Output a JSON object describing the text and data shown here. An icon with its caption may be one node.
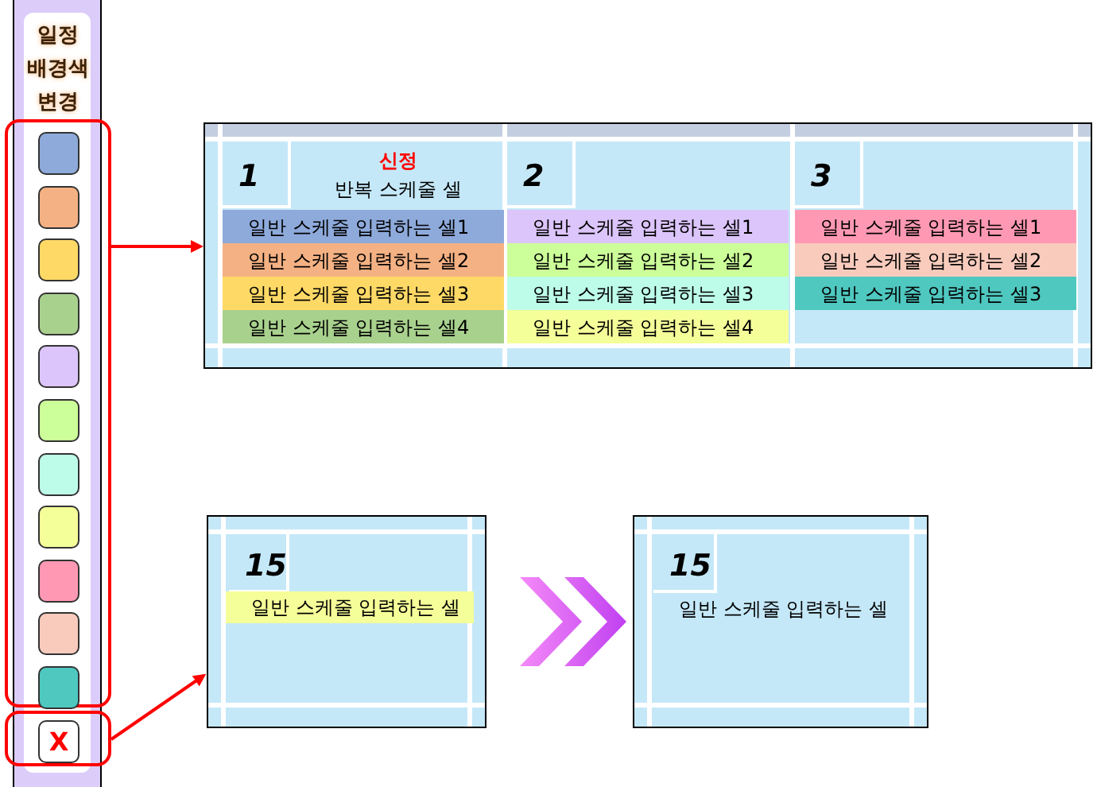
{
  "diagram": {
    "nodes": [
      {
        "text": [
          "일정 배경색 변경"
        ]
      },
      {
        "text": [],
        "shape": "box"
      },
      {
        "text": [],
        "shape": "box",
        "in": 1
      },
      {
        "text": [],
        "shape": "box",
        "in": 1
      },
      {
        "text": [],
        "shape": "box",
        "in": 1
      },
      {
        "text": [],
        "shape": "box",
        "in": 1
      },
      {
        "text": [],
        "shape": "box",
        "in": 1
      },
      {
        "text": [],
        "shape": "box",
        "in": 1
      },
      {
        "text": [],
        "shape": "box",
        "in": 1
      },
      {
        "text": [],
        "shape": "box",
        "in": 1
      },
      {
        "text": [],
        "shape": "box",
        "in": 1
      },
      {
        "text": [],
        "shape": "box",
        "in": 1
      },
      {
        "text": [],
        "shape": "box",
        "in": 1
      },
      {
        "text": [],
        "shape": "box"
      },
      {
        "text": [
          "X"
        ],
        "in": 13
      },
      {
        "text": [],
        "shape": "box"
      },
      {
        "text": [
          "1"
        ],
        "in": 15
      },
      {
        "text": [
          "신정",
          "반복 스케줄 셀"
        ],
        "in": 15
      },
      {
        "text": [
          "일반 스케줄 입력하는 셀1"
        ],
        "in": 15
      },
      {
        "text": [
          "일반 스케줄 입력하는 셀2"
        ],
        "in": 15
      },
      {
        "text": [
          "일반 스케줄 입력하는 셀3"
        ],
        "in": 15
      },
      {
        "text": [
          "일반 스케줄 입력하는 셀4"
        ],
        "in": 15
      },
      {
        "text": [
          "2"
        ],
        "in": 15
      },
      {
        "text": [
          "일반 스케줄 입력하는 셀1"
        ],
        "in": 15
      },
      {
        "text": [
          "일반 스케줄 입력하는 셀2"
        ],
        "in": 15
      },
      {
        "text": [
          "일반 스케줄 입력하는 셀3"
        ],
        "in": 15
      },
      {
        "text": [
          "일반 스케줄 입력하는 셀4"
        ],
        "in": 15
      },
      {
        "text": [
          "3"
        ],
        "in": 15
      },
      {
        "text": [
          "일반 스케줄 입력하는 셀1"
        ],
        "in": 15
      },
      {
        "text": [
          "일반 스케줄 입력하는 셀2"
        ],
        "in": 15
      },
      {
        "text": [
          "일반 스케줄 입력하는 셀3"
        ],
        "in": 15
      },
      {
        "text": [],
        "shape": "box"
      },
      {
        "text": [
          "15"
        ],
        "in": 31
      },
      {
        "text": [
          "일반 스케줄 입력하는 셀"
        ],
        "in": 31
      },
      {
        "text": [],
        "shape": "box"
      },
      {
        "text": [
          "15"
        ],
        "in": 34
      },
      {
        "text": [
          "일반 스케줄 입력하는 셀"
        ],
        "in": 34
      }
    ],
    "edges": [
      {
        "from": 1,
        "to": 15,
        "arrow": "to"
      },
      {
        "from": 13,
        "to": 31,
        "arrow": "to"
      },
      {
        "from": 31,
        "to": 34,
        "arrow": "to",
        "style": "thick",
        "color": "#c040f0"
      }
    ]
  }
}
